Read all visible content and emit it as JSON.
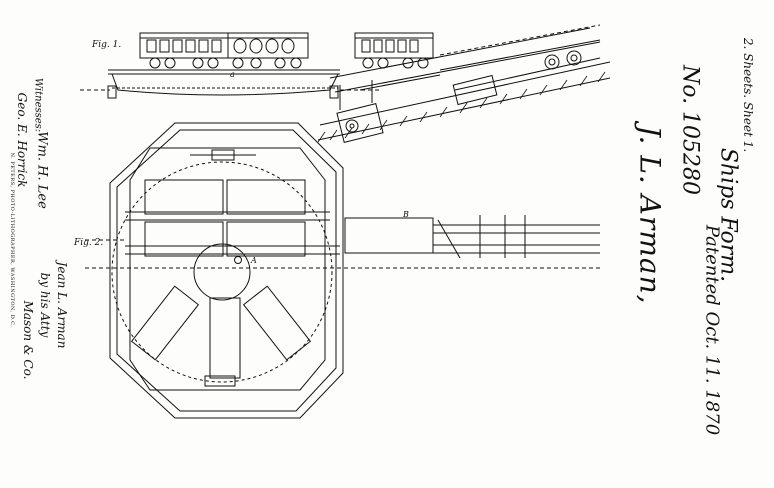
{
  "document": {
    "title_name": "J. L. Arman,",
    "patent_number": "No. 105280",
    "subtitle": "Ships Form.",
    "patented_date": "Patented Oct. 11. 1870",
    "sheets": "2. Sheets. Sheet 1.",
    "engraver_line": "N. PETERS, PHOTO-LITHOGRAPHER, WASHINGTON, D.C.",
    "witnesses_label": "Witnesses:",
    "witness_1": "Wm. H. Lee",
    "witness_2": "Geo. E. Horrick",
    "inventor_1": "Jean L. Arman",
    "inventor_2": "by his Atty",
    "inventor_3": "Mason & Co."
  },
  "figures": {
    "fig1_label": "Fig. 1.",
    "fig2_label": "Fig. 2.",
    "label_a": "a",
    "label_A": "A",
    "label_B": "B"
  },
  "colors": {
    "ink": "#111111",
    "paper": "#fdfdfb"
  }
}
